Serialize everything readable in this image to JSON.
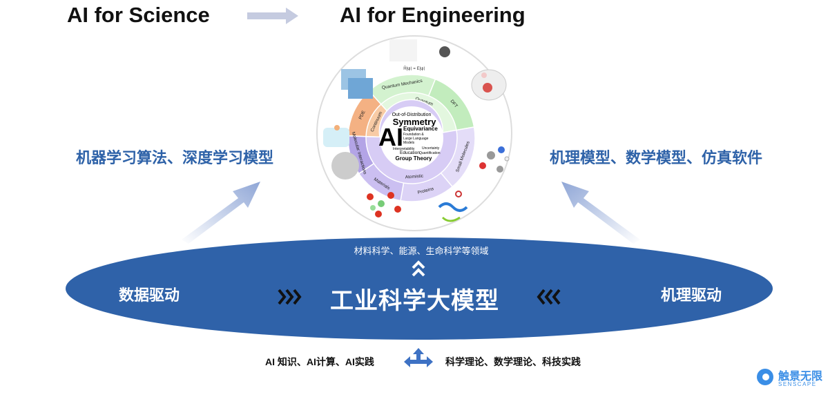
{
  "header": {
    "left": "AI for Science",
    "right": "AI for Engineering"
  },
  "side": {
    "left": "机器学习算法、深度学习模型",
    "right": "机理模型、数学模型、仿真软件"
  },
  "ellipse": {
    "subtitle": "材料科学、能源、生命科学等领域",
    "title": "工业科学大模型",
    "left": "数据驱动",
    "right": "机理驱动"
  },
  "bottom": {
    "left": "AI 知识、AI计算、AI实践",
    "right": "科学理论、数学理论、科技实践"
  },
  "wheel": {
    "center": {
      "ai": "AI",
      "symmetry": "Symmetry",
      "ood": "Out-of-Distribution",
      "equivariance": "Equivariance",
      "foundation": "Foundation &",
      "llm": "Large Language",
      "models": "Models",
      "interp": "Interpretability",
      "uncert": "Uncertainty",
      "education": "Education",
      "quant": "Quantification",
      "group": "Group Theory"
    },
    "equation": "Ĥ|ψ⟩ = E|ψ⟩",
    "outer": [
      {
        "label": "PDE",
        "from": -88,
        "to": -42,
        "color": "#f4b183"
      },
      {
        "label": "Quantum Mechanics",
        "from": -42,
        "to": 22,
        "color": "#d3f2cf"
      },
      {
        "label": "DFT",
        "from": 22,
        "to": 80,
        "color": "#c2ecbd"
      },
      {
        "label": "Small Molecules",
        "from": 80,
        "to": 140,
        "color": "#e4ddf8"
      },
      {
        "label": "Proteins",
        "from": 140,
        "to": 190,
        "color": "#dcd3f6"
      },
      {
        "label": "Materials",
        "from": 190,
        "to": 236,
        "color": "#cbbff1"
      },
      {
        "label": "Molecular Interactions",
        "from": 236,
        "to": 272,
        "color": "#b3a4e6"
      }
    ],
    "inner": [
      {
        "label": "Continuum",
        "from": -88,
        "to": -42,
        "color": "#f8cba5"
      },
      {
        "label": "Quantum",
        "from": -42,
        "to": 80,
        "color": "#e3f7df"
      },
      {
        "label": "Atomistic",
        "from": 80,
        "to": 272,
        "color": "#d7ccf5"
      }
    ]
  },
  "logo": {
    "cn": "触景无限",
    "en": "SENSCAPE"
  },
  "colors": {
    "ellipse": "#2f62a9",
    "text_blue": "#2e62a8"
  }
}
